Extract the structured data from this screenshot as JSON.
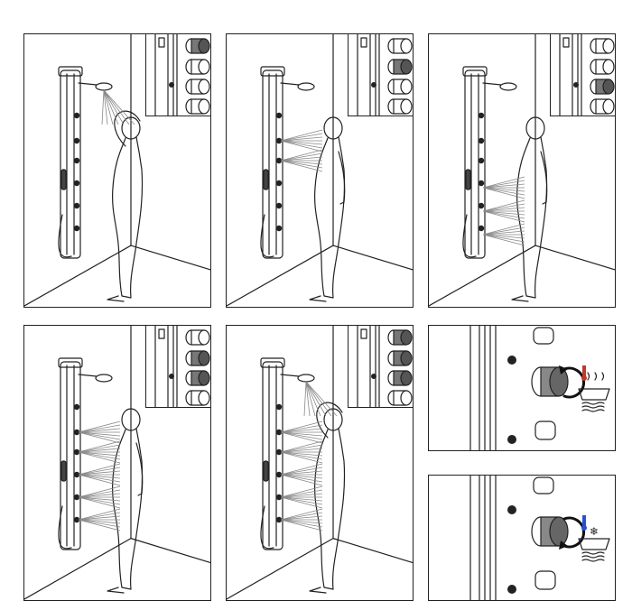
{
  "figure": {
    "panels": [
      {
        "name": "overhead-rain-shower",
        "active_knobs": [
          0
        ]
      },
      {
        "name": "upper-body-jets",
        "active_knobs": [
          1
        ]
      },
      {
        "name": "lower-body-jets",
        "active_knobs": [
          2
        ]
      },
      {
        "name": "all-body-jets",
        "active_knobs": [
          1,
          2
        ]
      },
      {
        "name": "shower-and-all-jets",
        "active_knobs": [
          0,
          1,
          2
        ]
      }
    ],
    "temperature_controls": [
      {
        "name": "turn-hot",
        "symbol": "hot-water-icon",
        "rotation": "clockwise",
        "thermometer_color": "#c0392b"
      },
      {
        "name": "turn-cold",
        "symbol": "cold-water-icon",
        "rotation": "counterclockwise",
        "thermometer_color": "#2a4fd6"
      }
    ],
    "colors": {
      "line": "#222222",
      "knob_active": "#777777",
      "knob_idle": "#ffffff",
      "spray": "#888888"
    }
  }
}
